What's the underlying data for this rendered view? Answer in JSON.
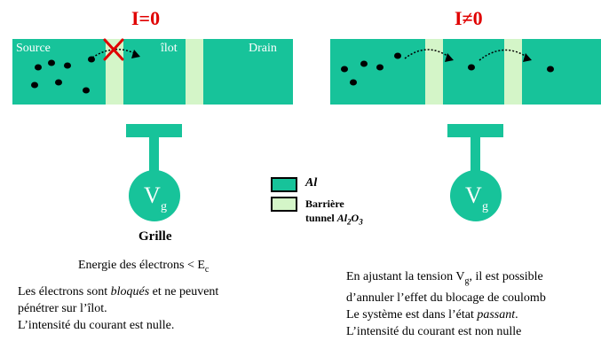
{
  "left_panel": {
    "current_title": "I=0",
    "label_source": "Source",
    "label_ilot": "îlot",
    "label_drain": "Drain",
    "gate_v": "V",
    "gate_sub": "g",
    "gate_caption": "Grille",
    "energy_text": "Energie des électrons < E",
    "energy_sub": "c",
    "desc_line1_a": "Les électrons sont ",
    "desc_line1_em": "bloqués",
    "desc_line1_b": " et ne peuvent",
    "desc_line2": "pénétrer sur l’îlot.",
    "desc_line3": "L’intensité du courant est nulle."
  },
  "right_panel": {
    "current_title": "I≠0",
    "gate_v": "V",
    "gate_sub": "g",
    "desc_line1_a": "En ajustant la tension V",
    "desc_line1_sub": "g",
    "desc_line1_b": ", il est possible",
    "desc_line2": "d’annuler l’effet du blocage de coulomb",
    "desc_line3_a": "Le système est dans l’état ",
    "desc_line3_em": "passant",
    "desc_line3_b": ".",
    "desc_line4": "L’intensité du courant est non nulle"
  },
  "legend": {
    "al_label": "Al",
    "barrier_label_1": "Barrière",
    "barrier_label_2": "tunnel ",
    "barrier_formula": "Al",
    "barrier_formula_sub1": "2",
    "barrier_formula_o": "O",
    "barrier_formula_sub2": "3"
  },
  "colors": {
    "aluminium": "#17c39a",
    "barrier": "#d4f5c8",
    "title": "#e00000",
    "cross": "#e00000"
  }
}
